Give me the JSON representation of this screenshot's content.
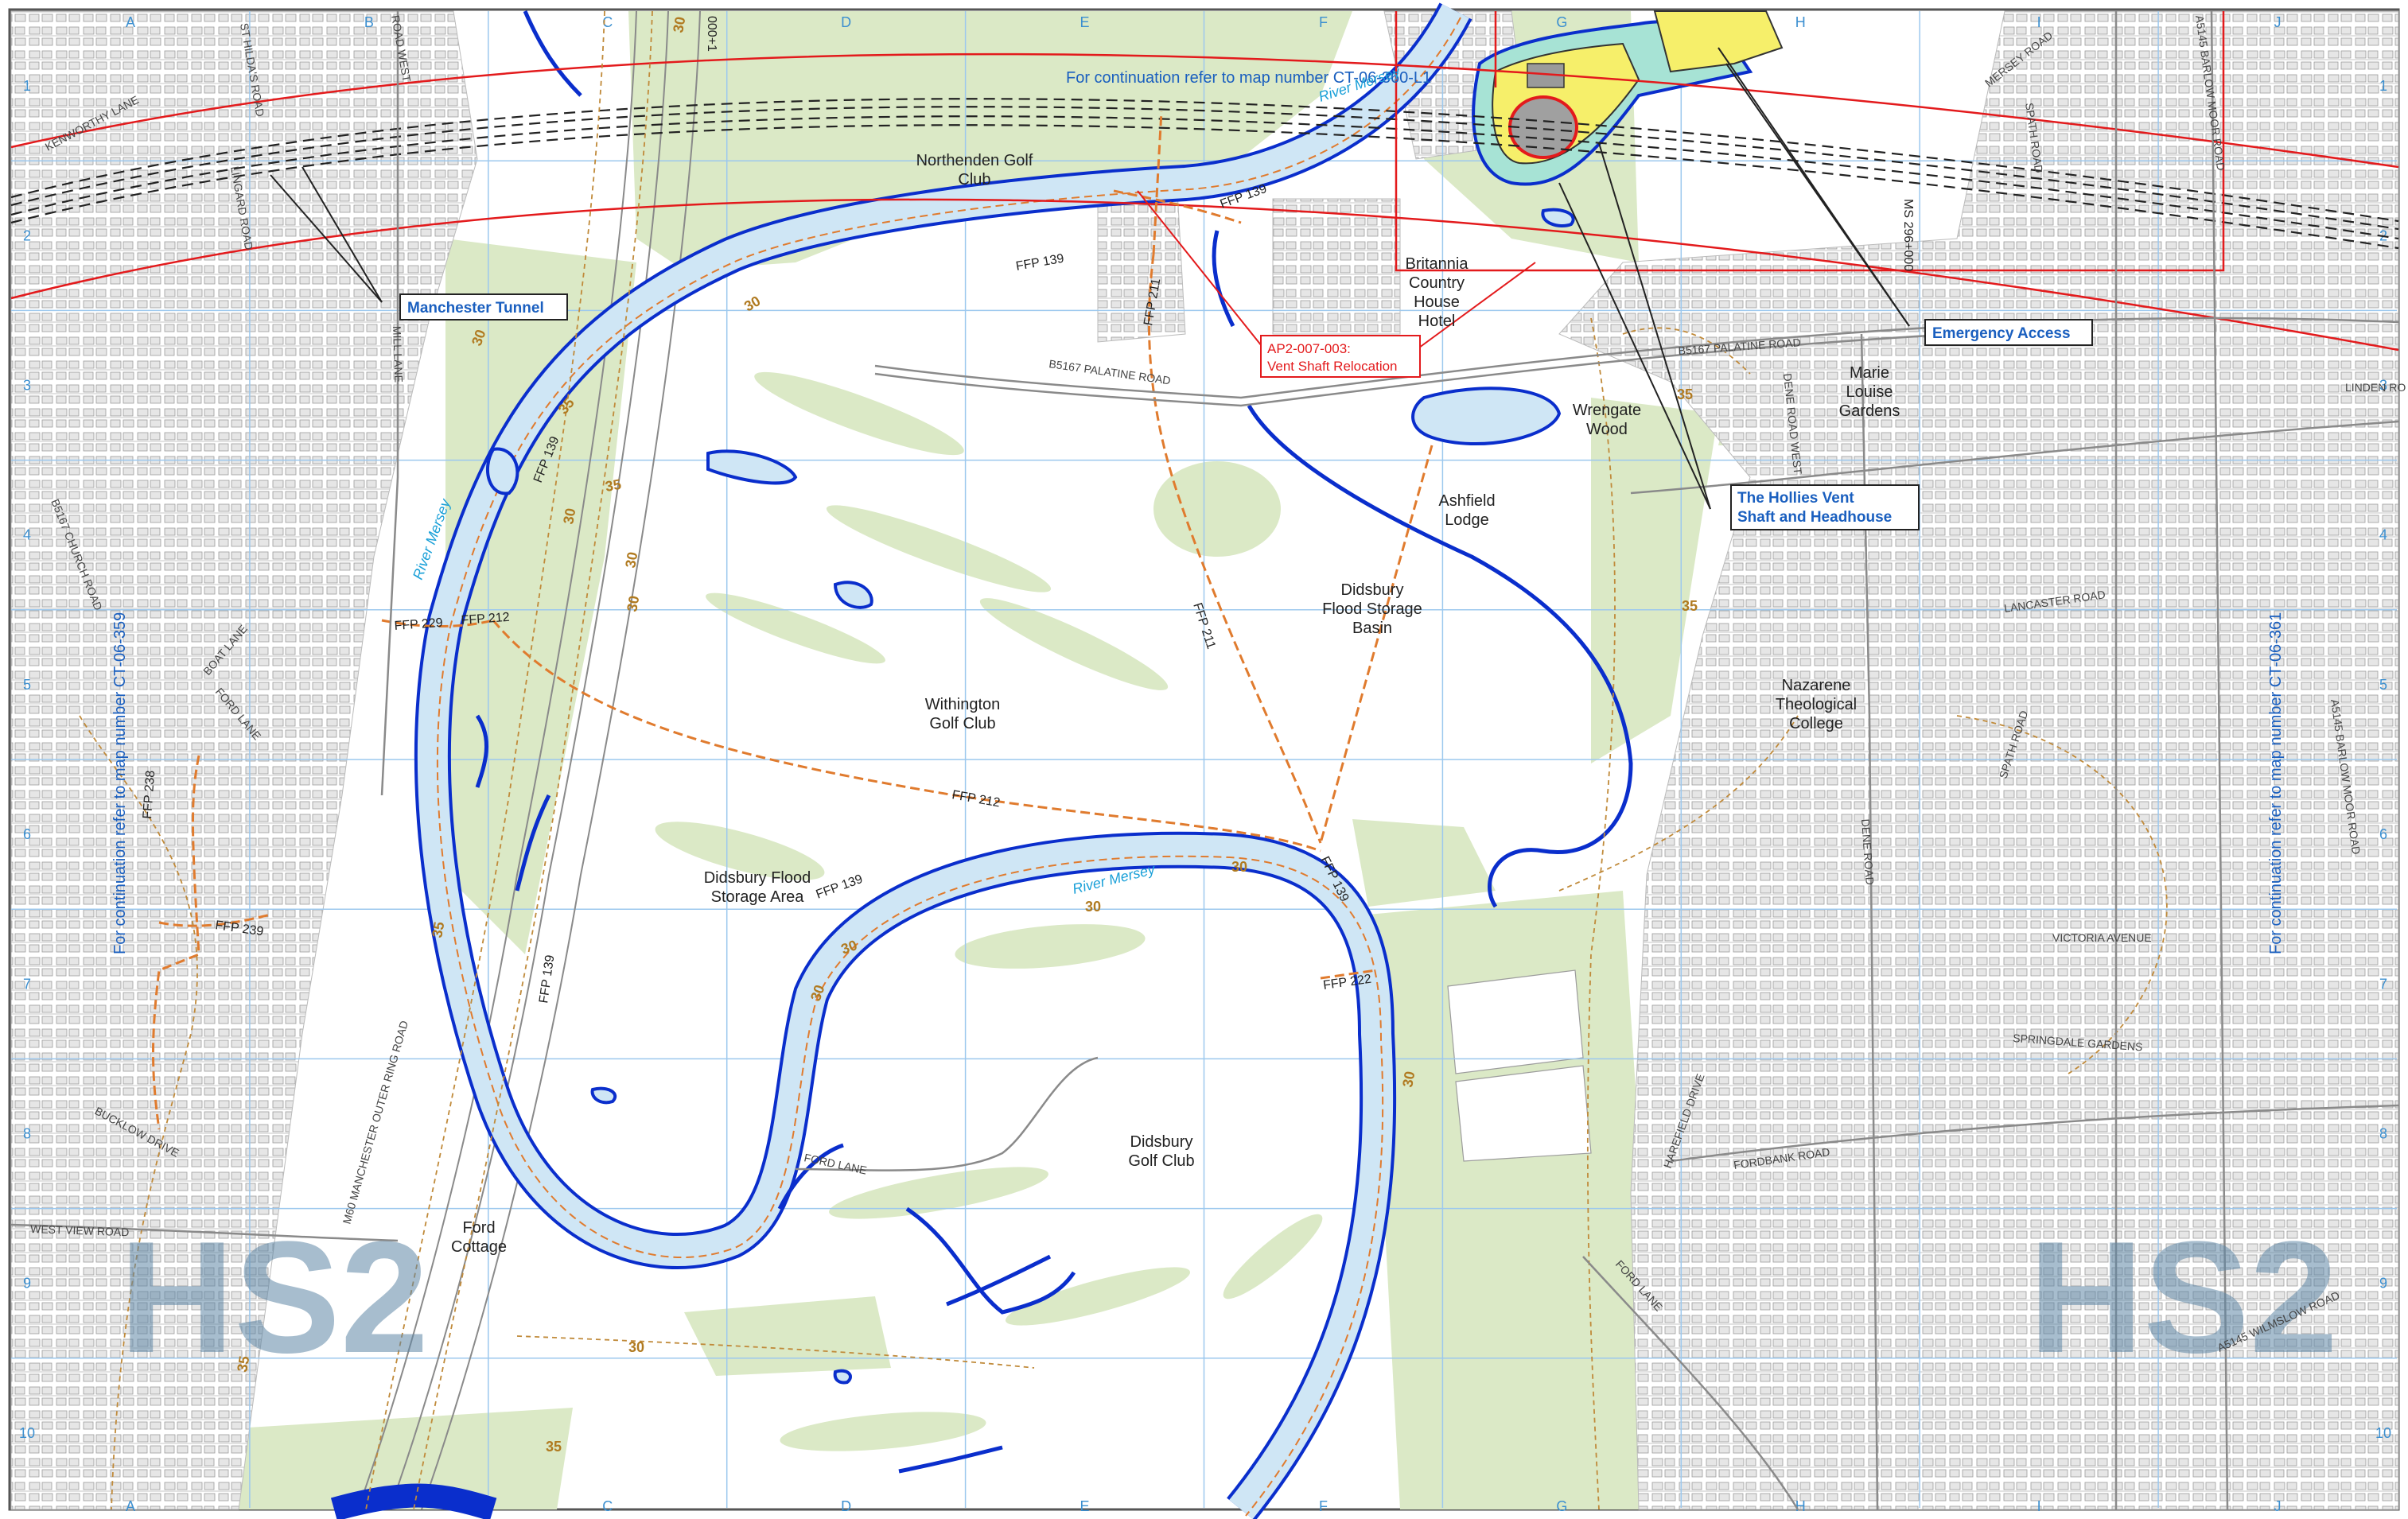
{
  "grid": {
    "columns": [
      "A",
      "B",
      "C",
      "D",
      "E",
      "F",
      "G",
      "H",
      "I",
      "J"
    ],
    "rows": [
      "1",
      "2",
      "3",
      "4",
      "5",
      "6",
      "7",
      "8",
      "9",
      "10"
    ]
  },
  "continuation": {
    "top": "For continuation refer to map number CT-06-360-L1",
    "left": "For continuation refer to map number CT-06-359",
    "right": "For continuation refer to map number CT-06-361"
  },
  "callouts": {
    "manchester_tunnel": "Manchester Tunnel",
    "emergency_access": "Emergency Access",
    "hollies_line1": "The Hollies Vent",
    "hollies_line2": "Shaft and Headhouse",
    "ap2_line1": "AP2-007-003:",
    "ap2_line2": "Vent Shaft Relocation"
  },
  "places": {
    "northenden_l1": "Northenden Golf",
    "northenden_l2": "Club",
    "britannia_l1": "Britannia",
    "britannia_l2": "Country",
    "britannia_l3": "House",
    "britannia_l4": "Hotel",
    "marie_l1": "Marie",
    "marie_l2": "Louise",
    "marie_l3": "Gardens",
    "wrengate_l1": "Wrengate",
    "wrengate_l2": "Wood",
    "ashfield_l1": "Ashfield",
    "ashfield_l2": "Lodge",
    "basin_l1": "Didsbury",
    "basin_l2": "Flood Storage",
    "basin_l3": "Basin",
    "withington_l1": "Withington",
    "withington_l2": "Golf Club",
    "nazarene_l1": "Nazarene",
    "nazarene_l2": "Theological",
    "nazarene_l3": "College",
    "storage_area_l1": "Didsbury Flood",
    "storage_area_l2": "Storage Area",
    "didsbury_golf_l1": "Didsbury",
    "didsbury_golf_l2": "Golf Club",
    "ford_cottage_l1": "Ford",
    "ford_cottage_l2": "Cottage"
  },
  "roads": {
    "kenworthy": "KENWORTHY LANE",
    "st_hildas": "ST HILDA'S ROAD",
    "lingard": "LINGARD ROAD",
    "road_west": "ROAD WEST",
    "mill_lane": "MILL LANE",
    "church_road": "B5167 CHURCH ROAD",
    "boat_lane": "BOAT LANE",
    "ford_lane_w": "FORD LANE",
    "palatine_w": "B5167 PALATINE ROAD",
    "palatine_e": "B5167 PALATINE ROAD",
    "dene_road_west": "DENE ROAD WEST",
    "linden": "LINDEN RO",
    "mersey_road": "MERSEY ROAD",
    "spath_top": "SPATH ROAD",
    "barlow_top": "A5145 BARLOW MOOR ROAD",
    "lancaster": "LANCASTER ROAD",
    "spath_mid": "SPATH ROAD",
    "barlow_mid": "A5145 BARLOW MOOR ROAD",
    "dene_road": "DENE ROAD",
    "victoria": "VICTORIA AVENUE",
    "springdale": "SPRINGDALE GARDENS",
    "harefield": "HAREFIELD DRIVE",
    "fordbank": "FORDBANK ROAD",
    "ford_lane_e": "FORD LANE",
    "wilmslow": "A5145 WILMSLOW ROAD",
    "bucklow": "BUCKLOW DRIVE",
    "west_view": "WEST VIEW ROAD",
    "m60": "M60 MANCHESTER OUTER RING ROAD",
    "ford_lane_mid": "FORD LANE"
  },
  "rivers": {
    "mersey_north": "River Mersey",
    "mersey_west": "River Mersey",
    "mersey_mid": "River Mersey"
  },
  "footpaths": {
    "ffp139_a": "FFP 139",
    "ffp139_b": "FFP 139",
    "ffp139_c": "FFP 139",
    "ffp139_d": "FFP 139",
    "ffp139_e": "FFP 139",
    "ffp139_f": "FFP 139",
    "ffp211_a": "FFP 211",
    "ffp211_b": "FFP 211",
    "ffp212_a": "FFP 212",
    "ffp212_b": "FFP 212",
    "ffp229": "FFP 229",
    "ffp238": "FFP 238",
    "ffp239": "FFP 239",
    "ffp222": "FFP 222"
  },
  "contours": [
    "30",
    "30",
    "35",
    "35",
    "30",
    "30",
    "30",
    "30",
    "30",
    "30",
    "35",
    "30",
    "30",
    "35",
    "35",
    "35",
    "30",
    "30",
    "35"
  ],
  "chainage": {
    "top": "000+1",
    "ms": "MS 296+000"
  },
  "watermark": "HS2",
  "colors": {
    "grid": "#9cc8ee",
    "river": "#0a2ecc",
    "river_fill": "#cfe6f5",
    "green": "#dbe9c6",
    "limit": "#e31a1c",
    "footpath": "#e07b2e",
    "contour": "#c08a3a",
    "callout_text": "#1a5fbf",
    "watermark": "#5e86a6"
  }
}
